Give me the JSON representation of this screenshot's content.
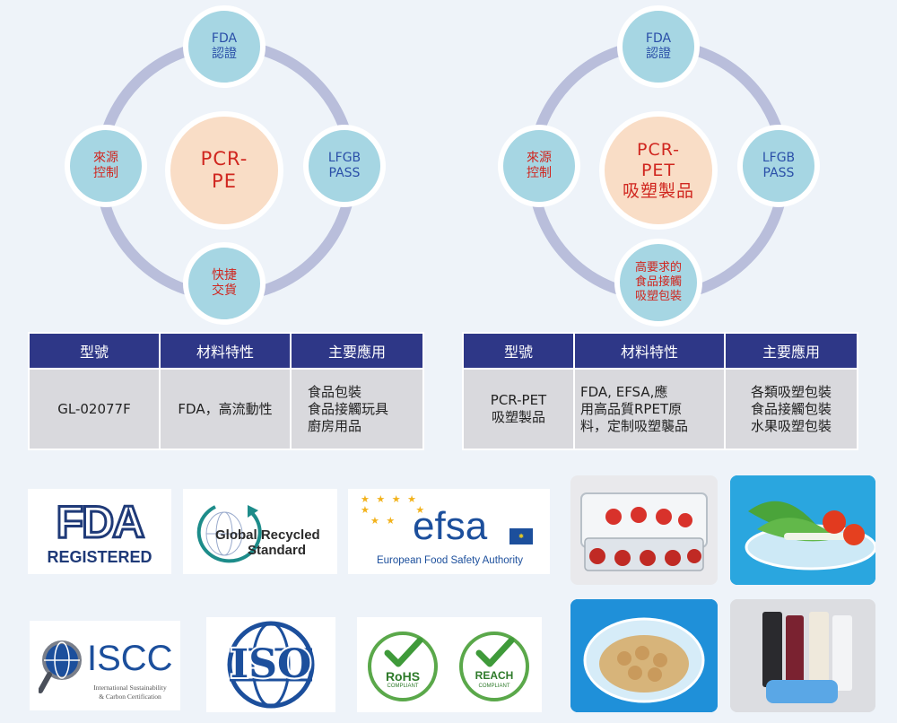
{
  "diagram_left": {
    "top_node": "FDA\n認證",
    "left_node": "來源\n控制",
    "right_node": "LFGB\nPASS",
    "bottom_node": "快捷\n交貨",
    "center": "PCR-\nPE"
  },
  "diagram_right": {
    "top_node": "FDA\n認證",
    "left_node": "來源\n控制",
    "right_node": "LFGB\nPASS",
    "bottom_node": "高要求的\n食品接觸\n吸塑包裝",
    "center": "PCR-\nPET\n吸塑製品"
  },
  "table_left": {
    "headers": [
      "型號",
      "材料特性",
      "主要應用"
    ],
    "row": [
      "GL-02077F",
      "FDA，高流動性",
      "食品包裝\n食品接觸玩具\n廚房用品"
    ]
  },
  "table_right": {
    "headers": [
      "型號",
      "材料特性",
      "主要應用"
    ],
    "row": [
      "PCR-PET\n吸塑製品",
      "FDA, EFSA,應\n用高品質RPET原\n料，定制吸塑襲品",
      "各類吸塑包裝\n食品接觸包裝\n水果吸塑包裝"
    ]
  },
  "logos": {
    "fda": {
      "mark": "FDA",
      "sub": "REGISTERED"
    },
    "grs": {
      "line1": "Global Recycled",
      "line2": "Standard"
    },
    "efsa": {
      "mark": "efsa",
      "sub": "European Food Safety Authority"
    },
    "iscc": {
      "mark": "ISCC",
      "sub1": "International Sustainability",
      "sub2": "& Carbon Certification"
    },
    "iso": {
      "mark": "ISO"
    },
    "rohs": {
      "mark": "RoHS",
      "sub": "COMPLIANT"
    },
    "reach": {
      "mark": "REACH",
      "sub": "COMPLIANT"
    }
  },
  "colors": {
    "navy": "#2e3787",
    "accent_red": "#d0261f",
    "node_blue": "#a6d6e3",
    "ring": "#b9bedb",
    "center_peach": "#f9ddc6"
  }
}
